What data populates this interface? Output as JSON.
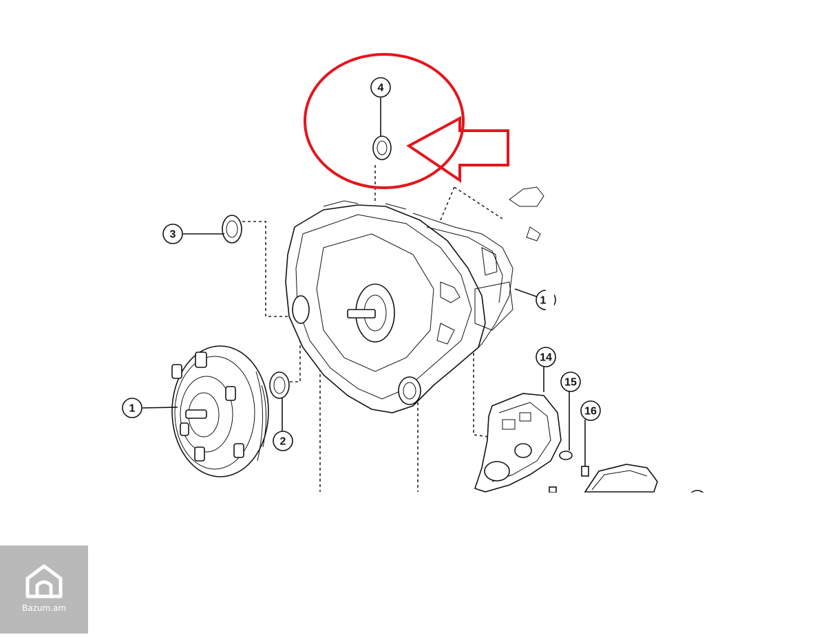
{
  "diagram": {
    "callouts": [
      {
        "id": "c1",
        "label": "1"
      },
      {
        "id": "c2",
        "label": "2"
      },
      {
        "id": "c3",
        "label": "3"
      },
      {
        "id": "c4",
        "label": "4"
      },
      {
        "id": "c12",
        "label": "1"
      },
      {
        "id": "c14",
        "label": "14"
      },
      {
        "id": "c15",
        "label": "15"
      },
      {
        "id": "c16",
        "label": "16"
      }
    ],
    "highlight_color": "#e3161c",
    "line_color": "#111111"
  },
  "watermark": {
    "text": "Bazum.am",
    "background": "#b9b9b9",
    "icon": "house-logo-icon"
  }
}
